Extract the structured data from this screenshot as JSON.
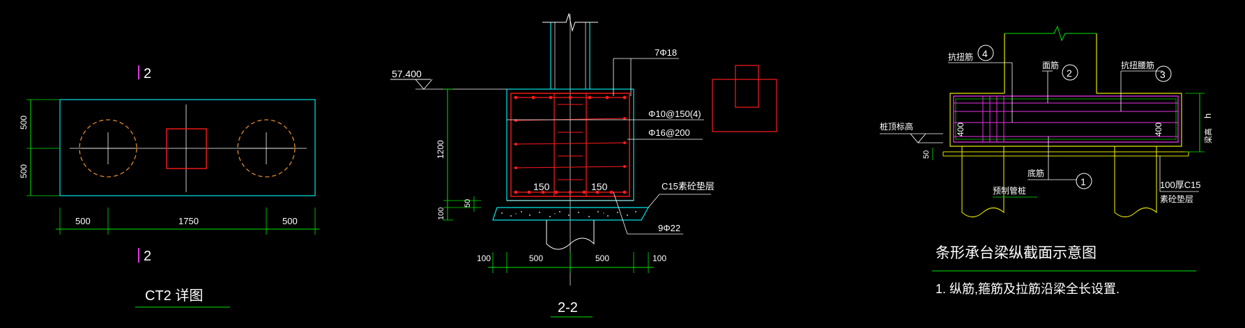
{
  "colors": {
    "background": "#000000",
    "cyan": "#00e6e6",
    "green": "#00e600",
    "red": "#ff1a1a",
    "white": "#ffffff",
    "yellow": "#e6e600",
    "orange": "#e08a2e",
    "magenta": "#e633e6"
  },
  "plan": {
    "section_mark_top": "2",
    "section_mark_bottom": "2",
    "dim_500_top": "500",
    "dim_500_bottom": "500",
    "dim_left": "500",
    "dim_mid": "1750",
    "dim_right": "500",
    "title": "CT2 详图"
  },
  "section": {
    "elevation": "57.400",
    "dim_height": "1200",
    "dim_50": "50",
    "dim_100": "100",
    "top_bars": "7Φ18",
    "stirrups": "Φ10@150(4)",
    "side_bars": "Φ16@200",
    "bottom_bars": "9Φ22",
    "cover_left": "150",
    "cover_right": "150",
    "bedding": "C15素砼垫层",
    "dims_bottom": [
      "100",
      "500",
      "500",
      "100"
    ],
    "title": "2-2"
  },
  "longitudinal": {
    "callout_4_label": "抗扭筋",
    "callout_4_num": "4",
    "callout_2_label": "面筋",
    "callout_2_num": "2",
    "callout_3_label": "抗扭腰筋",
    "callout_3_num": "3",
    "callout_1_label": "底筋",
    "callout_1_num": "1",
    "pile_top_label": "桩顶标高",
    "dim_50": "50",
    "dim_left_400": "400",
    "dim_right_400": "400",
    "dim_h": "h",
    "dim_h_note": "梁高",
    "pile_label": "预制管桩",
    "bedding_line1": "100厚C15",
    "bedding_line2": "素砼垫层",
    "title": "条形承台梁纵截面示意图",
    "note": "1. 纵筋,箍筋及拉筋沿梁全长设置."
  }
}
